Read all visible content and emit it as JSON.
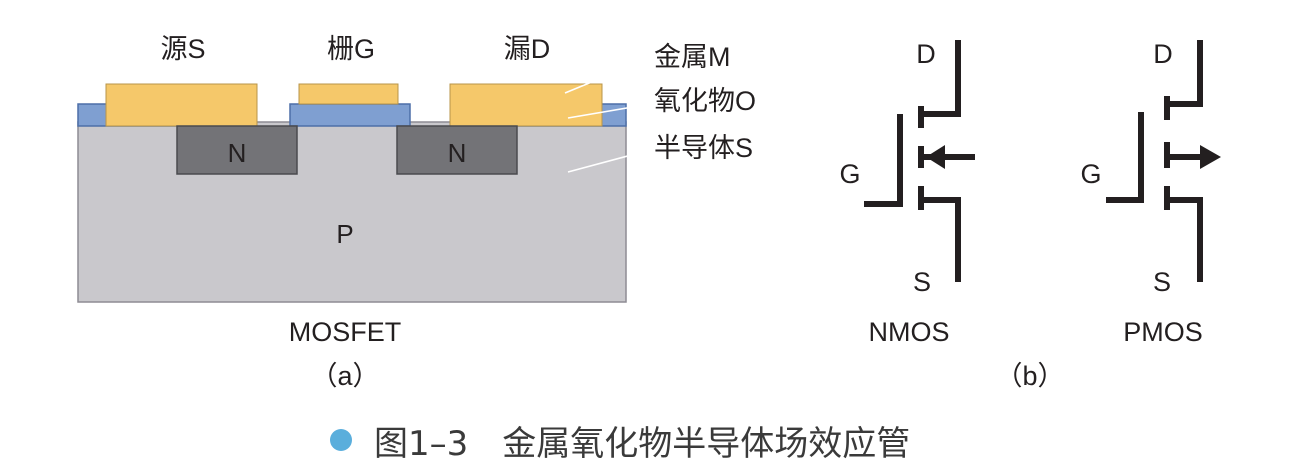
{
  "panel_a": {
    "terminals": {
      "source": "源S",
      "gate": "栅G",
      "drain": "漏D"
    },
    "layers": {
      "metal": "金属M",
      "oxide": "氧化物O",
      "semiconductor": "半导体S"
    },
    "wells": [
      "N",
      "N"
    ],
    "substrate": "P",
    "name": "MOSFET",
    "tag": "（a）"
  },
  "panel_b": {
    "nmos": {
      "drain": "D",
      "gate": "G",
      "source": "S",
      "name": "NMOS"
    },
    "pmos": {
      "drain": "D",
      "gate": "G",
      "source": "S",
      "name": "PMOS"
    },
    "tag": "（b）"
  },
  "caption": {
    "text": "图1–3　金属氧化物半导体场效应管"
  },
  "colors": {
    "metal": "#f5c86a",
    "oxide": "#7f9fd1",
    "semiconductor": "#c9c8cc",
    "n_well": "#737377",
    "stroke": "#231f20",
    "bullet": "#5aaedc"
  }
}
